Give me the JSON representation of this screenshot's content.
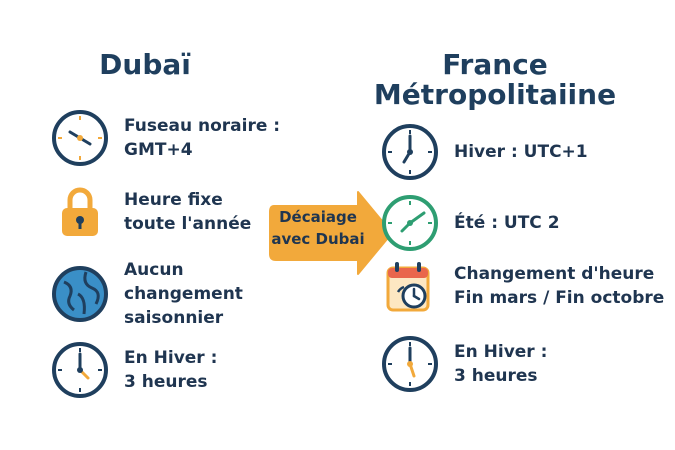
{
  "left": {
    "title": "Dubaï",
    "items": [
      {
        "icon": "clock-icon",
        "lines": [
          "Fuseau noraire :",
          "GMT+4"
        ]
      },
      {
        "icon": "lock-icon",
        "lines": [
          "Heure fixe",
          "toute l'année"
        ]
      },
      {
        "icon": "globe-icon",
        "lines": [
          "Aucun",
          "changement",
          "saisonnier"
        ]
      },
      {
        "icon": "clock-icon",
        "lines": [
          "En Hiver :",
          "3 heures"
        ]
      }
    ]
  },
  "right": {
    "title_lines": [
      "France",
      "Métropolitaiine"
    ],
    "items": [
      {
        "icon": "clock-icon",
        "lines": [
          "Hiver : UTC+1"
        ]
      },
      {
        "icon": "clock-icon",
        "lines": [
          "Été : UTC 2"
        ]
      },
      {
        "icon": "calendar-clock-icon",
        "lines": [
          "Changement d'heure",
          "Fin mars / Fin octobre"
        ]
      },
      {
        "icon": "clock-icon",
        "lines": [
          "En Hiver :",
          "3 heures"
        ]
      }
    ]
  },
  "arrow": {
    "lines": [
      "Décaiage",
      "avec Dubai"
    ]
  },
  "colors": {
    "navy": "#1f3f5e",
    "orange": "#f2a93b",
    "green": "#2e9e72",
    "blue": "#3a8fc7"
  }
}
